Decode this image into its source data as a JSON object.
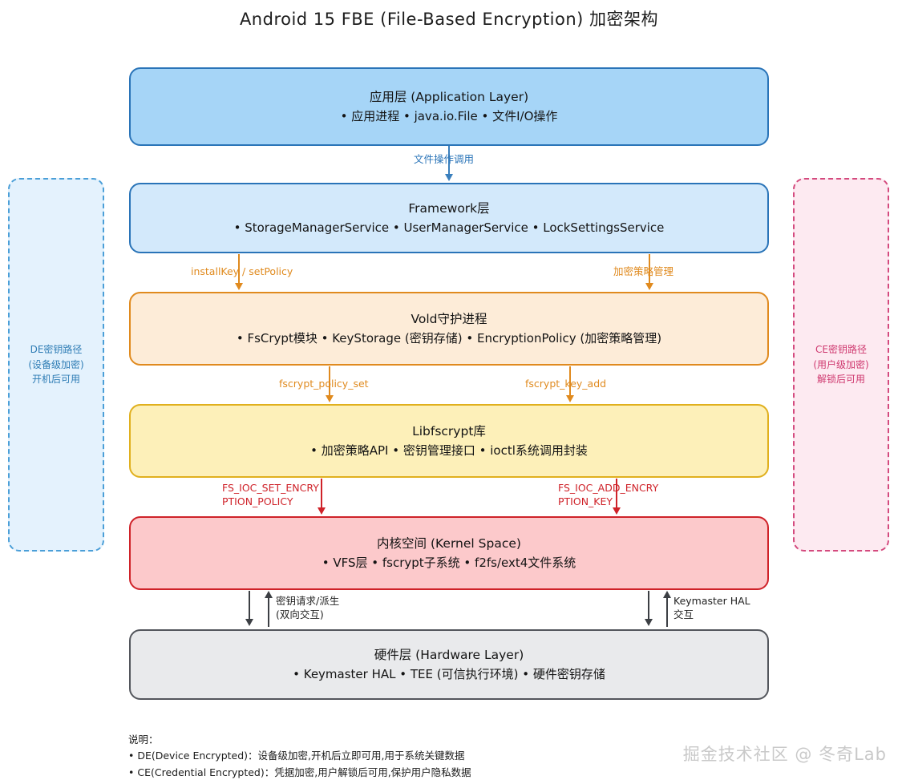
{
  "title": "Android 15 FBE (File-Based Encryption) 加密架构",
  "layers": [
    {
      "id": "application",
      "title": "应用层 (Application Layer)",
      "items": "• 应用进程  • java.io.File  • 文件I/O操作",
      "fill": "#a6d5f7",
      "stroke": "#2a74b8"
    },
    {
      "id": "framework",
      "title": "Framework层",
      "items": "• StorageManagerService  • UserManagerService  • LockSettingsService",
      "fill": "#d3e9fb",
      "stroke": "#2a74b8"
    },
    {
      "id": "vold",
      "title": "Vold守护进程",
      "items": "• FsCrypt模块  • KeyStorage (密钥存储)  • EncryptionPolicy (加密策略管理)",
      "fill": "#fdecd8",
      "stroke": "#e08a1e"
    },
    {
      "id": "libfscrypt",
      "title": "Libfscrypt库",
      "items": "• 加密策略API  • 密钥管理接口  • ioctl系统调用封装",
      "fill": "#fdf0b9",
      "stroke": "#e0b01e"
    },
    {
      "id": "kernel",
      "title": "内核空间 (Kernel Space)",
      "items": "• VFS层  • fscrypt子系统  • f2fs/ext4文件系统",
      "fill": "#fcc9cb",
      "stroke": "#cf2229"
    },
    {
      "id": "hardware",
      "title": "硬件层 (Hardware Layer)",
      "items": "• Keymaster HAL  • TEE (可信执行环境)  • 硬件密钥存储",
      "fill": "#e9eaec",
      "stroke": "#53565c"
    }
  ],
  "connectors": {
    "app_to_framework": "文件操作调用",
    "framework_to_vold_left": "installKey / setPolicy",
    "framework_to_vold_right": "加密策略管理",
    "vold_to_lib_left": "fscrypt_policy_set",
    "vold_to_lib_right": "fscrypt_key_add",
    "lib_to_kernel_left": "FS_IOC_SET_ENCRY\nPTION_POLICY",
    "lib_to_kernel_right": "FS_IOC_ADD_ENCRY\nPTION_KEY",
    "kernel_to_hw_left": "密钥请求/派生\n(双向交互)",
    "kernel_to_hw_right": "Keymaster HAL\n交互"
  },
  "side_panels": {
    "de": {
      "label": "DE密钥路径\n(设备级加密)\n开机后可用",
      "fill": "#e4f2fd",
      "stroke": "#4b9fd8",
      "text_color": "#2f7db5"
    },
    "ce": {
      "label": "CE密钥路径\n(用户级加密)\n解锁后可用",
      "fill": "#fdeaf1",
      "stroke": "#d44a7e",
      "text_color": "#cf3a70"
    }
  },
  "legend": {
    "heading": "说明：",
    "line1": "• DE(Device Encrypted)：设备级加密,开机后立即可用,用于系统关键数据",
    "line2": "• CE(Credential Encrypted)：凭据加密,用户解锁后可用,保护用户隐私数据"
  },
  "watermark": "掘金技术社区 @ 冬奇Lab"
}
